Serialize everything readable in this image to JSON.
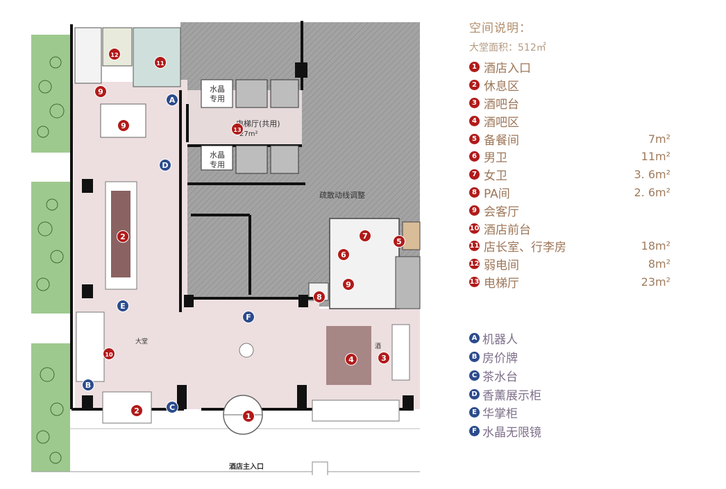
{
  "plan": {
    "labels": {
      "crystal_1": "水晶",
      "crystal_1b": "专用",
      "crystal_2": "水晶",
      "crystal_2b": "专用",
      "elevator_hall": "电梯厅(共用)",
      "elevator_area": "27m²",
      "evac": "疏散动线调整",
      "lobby": "大堂",
      "main_entrance": "酒店主入口",
      "bar_small": "酒"
    },
    "room_markers": [
      {
        "num": "1"
      },
      {
        "num": "2"
      },
      {
        "num": "2"
      },
      {
        "num": "3"
      },
      {
        "num": "4"
      },
      {
        "num": "5"
      },
      {
        "num": "6"
      },
      {
        "num": "7"
      },
      {
        "num": "8"
      },
      {
        "num": "9"
      },
      {
        "num": "9"
      },
      {
        "num": "9"
      },
      {
        "num": "10"
      },
      {
        "num": "11"
      },
      {
        "num": "12"
      },
      {
        "num": "13"
      }
    ],
    "fixture_markers": [
      {
        "letter": "A"
      },
      {
        "letter": "B"
      },
      {
        "letter": "C"
      },
      {
        "letter": "D"
      },
      {
        "letter": "E"
      },
      {
        "letter": "F"
      }
    ]
  },
  "legend": {
    "title": "空间说明：",
    "area_label": "大堂面积：512㎡",
    "rooms": [
      {
        "num": "1",
        "name": "酒店入口",
        "area": ""
      },
      {
        "num": "2",
        "name": "休息区",
        "area": ""
      },
      {
        "num": "3",
        "name": "酒吧台",
        "area": ""
      },
      {
        "num": "4",
        "name": "酒吧区",
        "area": ""
      },
      {
        "num": "5",
        "name": "备餐间",
        "area": "7m²"
      },
      {
        "num": "6",
        "name": "男卫",
        "area": "11m²"
      },
      {
        "num": "7",
        "name": "女卫",
        "area": "3. 6m²"
      },
      {
        "num": "8",
        "name": "PA间",
        "area": "2. 6m²"
      },
      {
        "num": "9",
        "name": "会客厅",
        "area": ""
      },
      {
        "num": "10",
        "name": "酒店前台",
        "area": ""
      },
      {
        "num": "11",
        "name": "店长室、行李房",
        "area": "18m²"
      },
      {
        "num": "12",
        "name": "弱电间",
        "area": "8m²"
      },
      {
        "num": "13",
        "name": "电梯厅",
        "area": "23m²"
      }
    ],
    "fixtures": [
      {
        "letter": "A",
        "name": "机器人"
      },
      {
        "letter": "B",
        "name": "房价牌"
      },
      {
        "letter": "C",
        "name": "茶水台"
      },
      {
        "letter": "D",
        "name": "香薰展示柜"
      },
      {
        "letter": "E",
        "name": "华掌柜"
      },
      {
        "letter": "F",
        "name": "水晶无限镜"
      }
    ]
  },
  "colors": {
    "room_marker": "#b11a1a",
    "fixture_marker": "#2c4b8c",
    "lobby_floor": "#eddfe0",
    "hatch": "#9a9a9a",
    "tree": "#9ec98e",
    "pantry": "#d9bd98",
    "office": "#cfe0dc",
    "weak_room": "#e8eadb"
  }
}
